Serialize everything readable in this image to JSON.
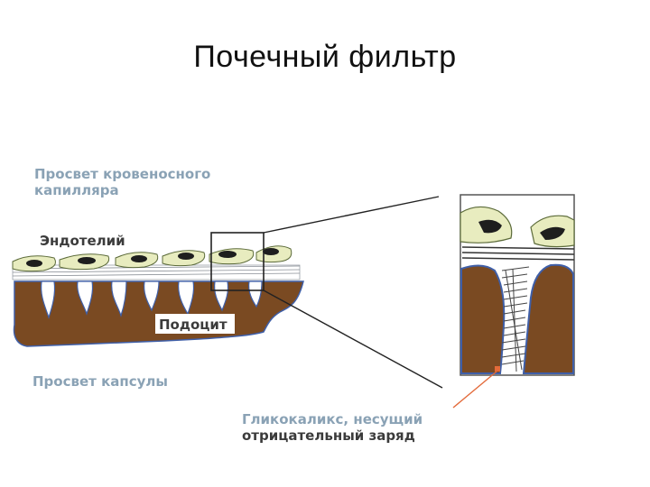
{
  "slide": {
    "title": "Почечный фильтр"
  },
  "labels": {
    "capillary_lumen_line1": "Просвет кровеносного",
    "capillary_lumen_line2": "капилляра",
    "endothelium": "Эндотелий",
    "podocyte": "Подоцит",
    "capsule_lumen": "Просвет капсулы",
    "glycocalyx_line1": "Гликокаликс, несущий",
    "glycocalyx_line2": "отрицательный заряд"
  },
  "colors": {
    "podocyte_brown": "#7a4a22",
    "endothelium_fill": "#e8ecbf",
    "nucleus": "#1e1e1e",
    "membrane_blue": "#3f5fa8",
    "label_gray_blue": "#8aa2b5",
    "label_dark": "#3b3b3b",
    "pointer_red": "#e36a3a"
  }
}
